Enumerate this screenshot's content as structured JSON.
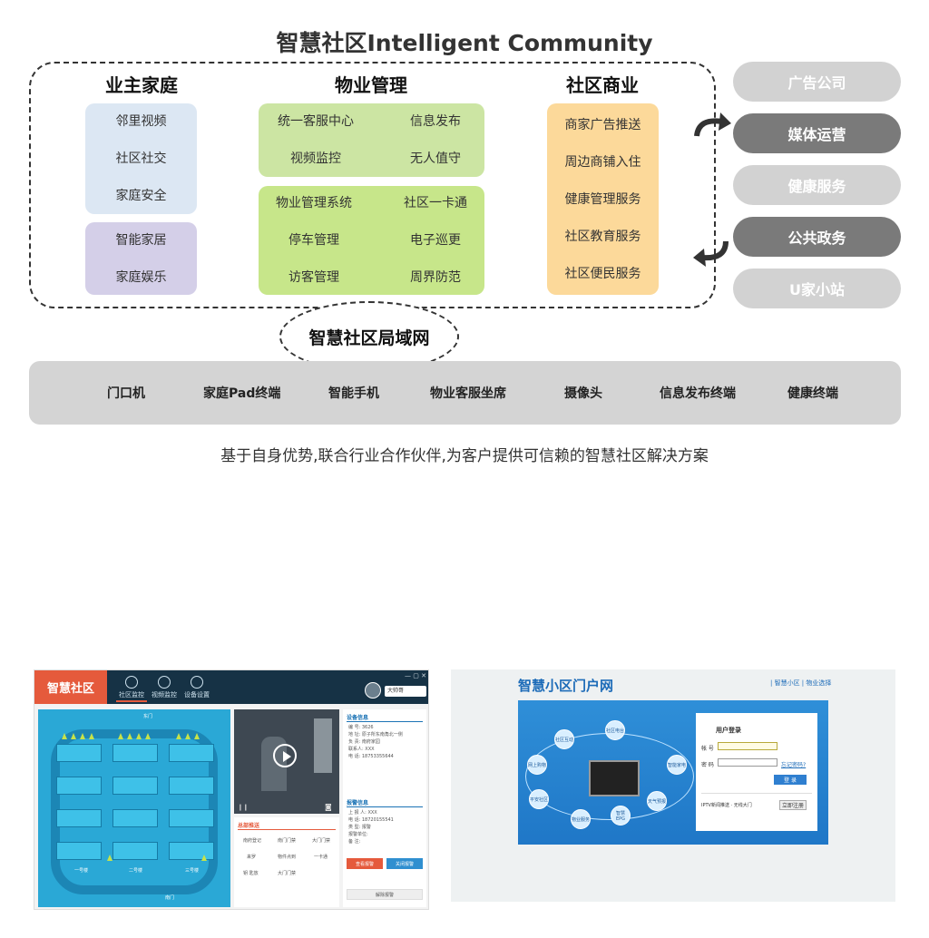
{
  "title": "智慧社区Intelligent Community",
  "columns": [
    {
      "heading": "业主家庭"
    },
    {
      "heading": "物业管理"
    },
    {
      "heading": "社区商业"
    }
  ],
  "owner_family": {
    "box1": [
      "邻里视频",
      "社区社交",
      "家庭安全"
    ],
    "box2": [
      "智能家居",
      "家庭娱乐"
    ]
  },
  "property_mgmt": {
    "box1": [
      "统一客服中心",
      "信息发布",
      "视频监控",
      "无人值守"
    ],
    "box2": [
      "物业管理系统",
      "社区一卡通",
      "停车管理",
      "电子巡更",
      "访客管理",
      "周界防范"
    ]
  },
  "commerce": [
    "商家广告推送",
    "周边商铺入住",
    "健康管理服务",
    "社区教育服务",
    "社区便民服务"
  ],
  "partners": [
    "广告公司",
    "媒体运营",
    "健康服务",
    "公共政务",
    "U家小站"
  ],
  "lan": "智慧社区局域网",
  "devices": [
    "门口机",
    "家庭Pad终端",
    "智能手机",
    "物业客服坐席",
    "摄像头",
    "信息发布终端",
    "健康终端"
  ],
  "slogan": "基于自身优势,联合行业合作伙伴,为客户提供可信赖的智慧社区解决方案",
  "colors": {
    "blue_box": "#dce7f3",
    "purple_box": "#d4cfe8",
    "green_box": "#cce5a3",
    "green_box2": "#c7e68a",
    "orange_box": "#fcd99a",
    "pill_light": "#d2d2d2",
    "pill_dark": "#7a7a7a",
    "app_accent": "#e55a3c",
    "app_header": "#163245",
    "map_blue": "#2aa8d6",
    "portal_blue": "#1f77c7"
  },
  "app_screenshot": {
    "logo": "智慧社区",
    "tabs": [
      "社区监控",
      "视频监控",
      "设备设置"
    ],
    "user": "大帅哥",
    "gates": [
      "东门",
      "南门"
    ],
    "wings": [
      "一号楼",
      "二号楼",
      "三号楼"
    ],
    "info_head_1": "设备信息",
    "info_lines_1": [
      "编 号: 3626",
      "地 址: 原子所东南角北一侧",
      "负 责: 南府家园",
      "联系人: XXX",
      "电 话: 18753355644"
    ],
    "info_head_2": "报警信息",
    "info_lines_2": [
      "上 报 人: XXX",
      "电 话: 18720155541",
      "类 型: 报警",
      "报警单位:",
      "备 注:"
    ],
    "quick_head": "总部推送",
    "quick_items": [
      "南府登记",
      "南门门禁",
      "大门门禁",
      "来罗",
      "物件点到",
      "一卡通",
      "钥 匙放",
      "大门门禁"
    ],
    "btn_red": "查看报警",
    "btn_blue": "关闭报警",
    "btn_gray": "解除报警"
  },
  "portal_screenshot": {
    "title": "智慧小区门户网",
    "links": "| 智慧小区 | 物业选择",
    "login_title": "用户登录",
    "account_label": "帐 号",
    "password_label": "密 码",
    "forgot": "忘记密码?",
    "login_btn": "登 录",
    "bottom_text": "IPTV新闻推送 · 无线大门",
    "register_btn": "立即注册",
    "bubbles": [
      "社区互动",
      "网上购物",
      "平安社区",
      "物业服务",
      "智慧EPG",
      "天气预报",
      "智能家电",
      "社区电台"
    ]
  }
}
